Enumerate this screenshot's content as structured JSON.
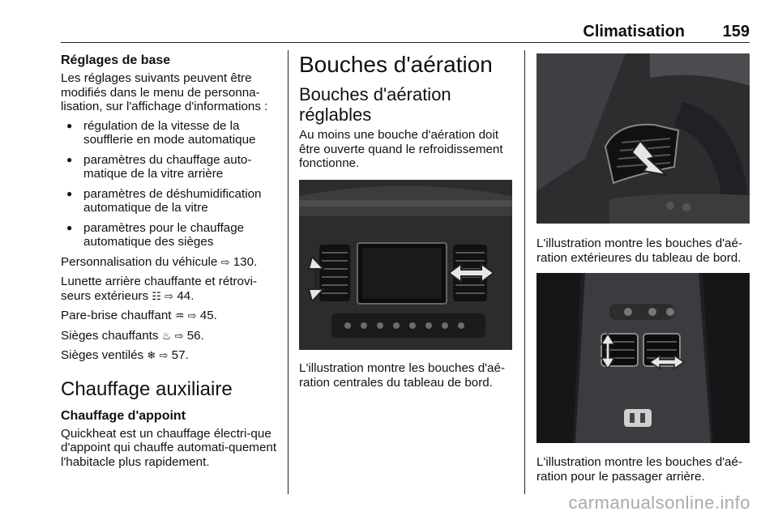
{
  "header": {
    "chapter": "Climatisation",
    "page_number": "159"
  },
  "col1": {
    "heading": "Réglages de base",
    "intro": "Les réglages suivants peuvent être modifiés dans le menu de personna-lisation, sur l'affichage d'informations :",
    "bullets": [
      "régulation de la vitesse de la soufflerie en mode automatique",
      "paramètres du chauffage auto-matique de la vitre arrière",
      "paramètres de déshumidification automatique de la vitre",
      "paramètres pour le chauffage automatique des sièges"
    ],
    "refs": [
      {
        "text": "Personnalisation du véhicule",
        "arrow": "⇨",
        "page": "130."
      },
      {
        "text": "Lunette arrière chauffante et rétrovi-seurs extérieurs",
        "icon": "☷",
        "arrow": "⇨",
        "page": "44."
      },
      {
        "text": "Pare-brise chauffant",
        "icon": "♒",
        "arrow": "⇨",
        "page": "45."
      },
      {
        "text": "Sièges chauffants",
        "icon": "♨",
        "arrow": "⇨",
        "page": "56."
      },
      {
        "text": "Sièges ventilés",
        "icon": "❄",
        "arrow": "⇨",
        "page": "57."
      }
    ],
    "section_heading": "Chauffage auxiliaire",
    "sub_heading": "Chauffage d'appoint",
    "body": "Quickheat est un chauffage électri-que d'appoint qui chauffe automati-quement l'habitacle plus rapidement."
  },
  "col2": {
    "main_heading": "Bouches d'aération",
    "sub_heading": "Bouches d'aération réglables",
    "body": "Au moins une bouche d'aération doit être ouverte quand le refroidissement fonctionne.",
    "caption": "L'illustration montre les bouches d'aé-ration centrales du tableau de bord."
  },
  "col3": {
    "caption1": "L'illustration montre les bouches d'aé-ration extérieures du tableau de bord.",
    "caption2": "L'illustration montre les bouches d'aé-ration pour le passager arrière."
  },
  "watermark": "carmanualsonline.info"
}
